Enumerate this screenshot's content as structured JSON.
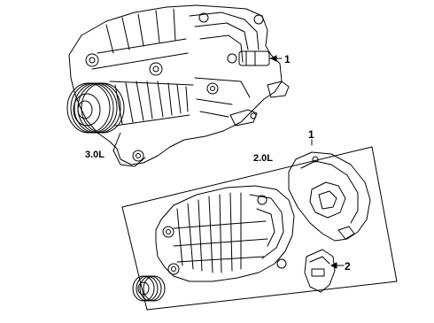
{
  "callouts": {
    "part1": "1",
    "part2": "2"
  },
  "variants": {
    "upper": "3.0L",
    "lower": "2.0L"
  },
  "style": {
    "line_color": "#000000",
    "background": "#ffffff"
  }
}
